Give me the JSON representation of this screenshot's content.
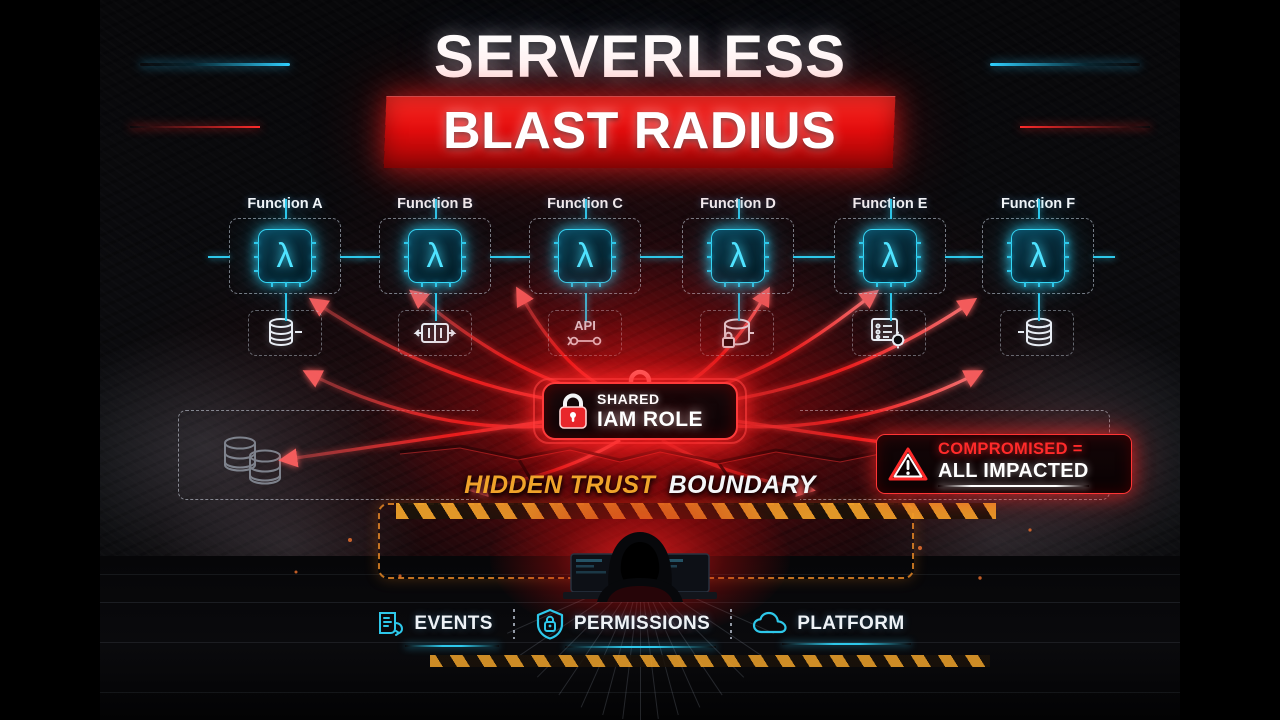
{
  "title": {
    "line1": "SERVERLESS",
    "line2": "BLAST RADIUS"
  },
  "functions": [
    {
      "label": "Function A",
      "icon": "lambda-icon",
      "resource_icon": "database-stack-icon"
    },
    {
      "label": "Function B",
      "icon": "lambda-icon",
      "resource_icon": "queue-icon"
    },
    {
      "label": "Function C",
      "icon": "lambda-icon",
      "resource_icon": "api-gateway-icon"
    },
    {
      "label": "Function D",
      "icon": "lambda-icon",
      "resource_icon": "secure-database-icon"
    },
    {
      "label": "Function E",
      "icon": "lambda-icon",
      "resource_icon": "config-settings-icon"
    },
    {
      "label": "Function F",
      "icon": "lambda-icon",
      "resource_icon": "storage-disks-icon"
    }
  ],
  "iam_role": {
    "line1": "SHARED",
    "line2": "IAM ROLE",
    "icon": "lock-icon",
    "top_icon": "lock-icon"
  },
  "warning": {
    "line1": "COMPROMISED =",
    "line2": "ALL IMPACTED",
    "icon": "warning-triangle-icon"
  },
  "boundary": {
    "label_highlight": "HIDDEN TRUST",
    "label_rest": "BOUNDARY"
  },
  "threat_actor": {
    "icon": "hooded-hacker-icon"
  },
  "idle_resources": {
    "icon": "database-stack-icon"
  },
  "legend": [
    {
      "label": "EVENTS",
      "icon": "events-document-icon"
    },
    {
      "label": "PERMISSIONS",
      "icon": "shield-lock-icon"
    },
    {
      "label": "PLATFORM",
      "icon": "cloud-icon"
    }
  ],
  "colors": {
    "danger_red": "#ff2a2a",
    "banner_red": "#e00c0c",
    "accent_cyan": "#2ec8ea",
    "lambda_cyan": "#4fe3ff",
    "hazard_amber": "#f0a32a",
    "text_white": "#ffffff",
    "background": "#000000"
  }
}
